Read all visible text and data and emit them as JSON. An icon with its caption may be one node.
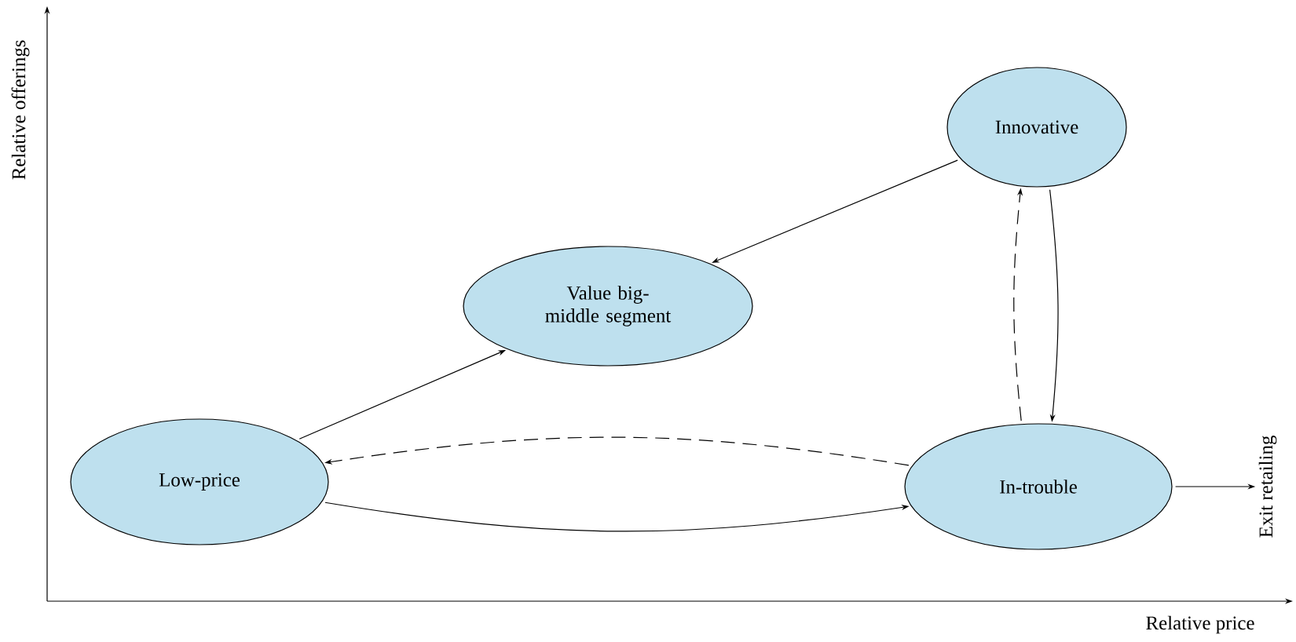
{
  "diagram": {
    "nodes": [
      {
        "text": [
          "Innovative"
        ]
      },
      {
        "text": [
          "Value big-middle segment"
        ]
      },
      {
        "text": [
          "Low-price"
        ]
      },
      {
        "text": [
          "In-trouble"
        ]
      },
      {
        "text": [
          "Exit retailing"
        ]
      }
    ],
    "edges": [
      {
        "from": 0,
        "to": 1,
        "arrow": "to"
      },
      {
        "from": 2,
        "to": 1,
        "arrow": "to"
      },
      {
        "from": 3,
        "to": 2,
        "arrow": "to",
        "style": "dashed"
      },
      {
        "from": 2,
        "to": 3,
        "arrow": "to"
      },
      {
        "from": 3,
        "to": 0,
        "arrow": "to",
        "style": "dashed"
      },
      {
        "from": 0,
        "to": 3,
        "arrow": "to"
      },
      {
        "from": 3,
        "to": 4,
        "arrow": "to"
      }
    ],
    "labels": [
      "Relative offerings",
      "Relative price"
    ]
  }
}
